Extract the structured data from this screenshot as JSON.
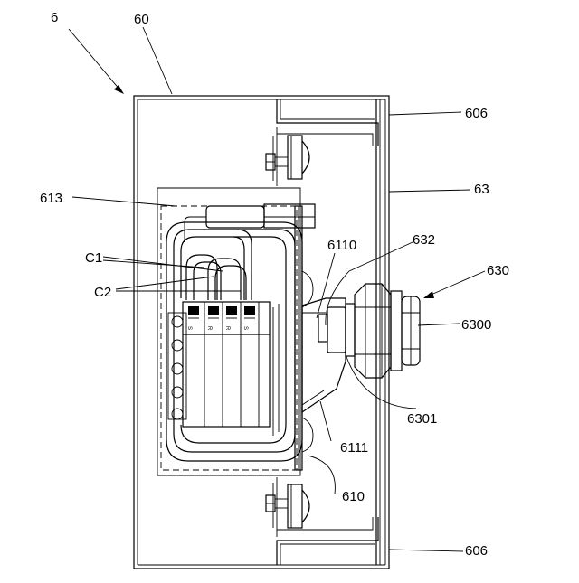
{
  "labels": {
    "l6": "6",
    "l60": "60",
    "l606_top": "606",
    "l63": "63",
    "l613": "613",
    "l632": "632",
    "l6110": "6110",
    "lc1": "C1",
    "lc2": "C2",
    "l630": "630",
    "l6300": "6300",
    "l6301": "6301",
    "l6111": "6111",
    "l610": "610",
    "l606_bottom": "606"
  },
  "terminal_marks": [
    "S",
    "R",
    "R",
    "S"
  ]
}
